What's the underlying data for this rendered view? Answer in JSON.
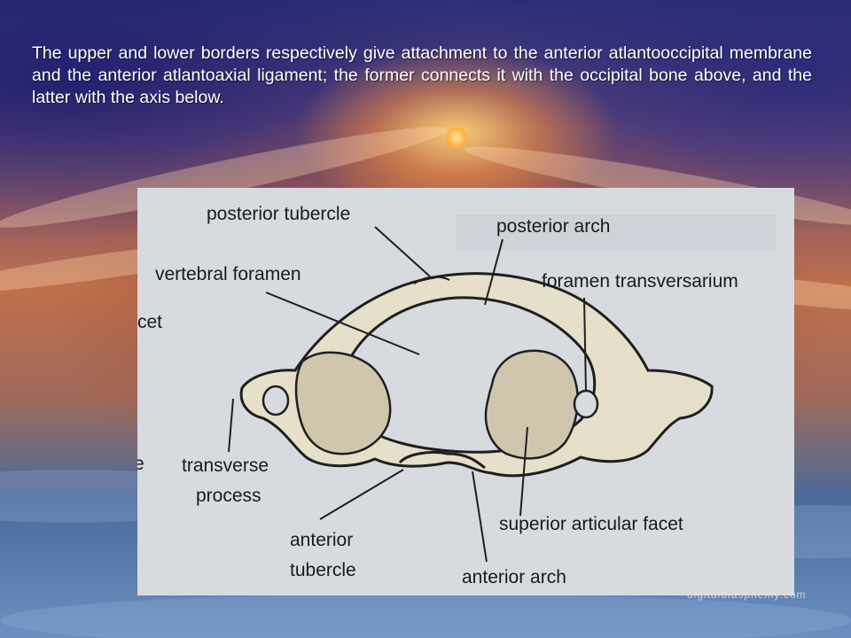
{
  "caption": "The upper and lower borders respectively give attachment to the anterior atlantooccipital membrane and the anterior atlantoaxial ligament; the former connects it with the occipital bone above, and the latter with the axis below.",
  "figure": {
    "labels": {
      "posterior_tubercle": "posterior tubercle",
      "posterior_arch": "posterior arch",
      "vertebral_foramen": "vertebral foramen",
      "foramen_transversarium": "foramen transversarium",
      "transverse_process_1": "transverse",
      "transverse_process_2": "process",
      "superior_articular_facet": "superior articular facet",
      "anterior_tubercle_1": "anterior",
      "anterior_tubercle_2": "tubercle",
      "anterior_arch": "anterior arch",
      "cut_facet": "cet",
      "cut_e": "e"
    }
  },
  "watermark": "digitalblasphemy.com",
  "colors": {
    "bone_fill": "#e6dfc9",
    "bone_stroke": "#1f1f1f",
    "facet_fill": "#cfc6ad",
    "figure_bg": "#d7dbe0",
    "caption_text": "#ffffff"
  }
}
